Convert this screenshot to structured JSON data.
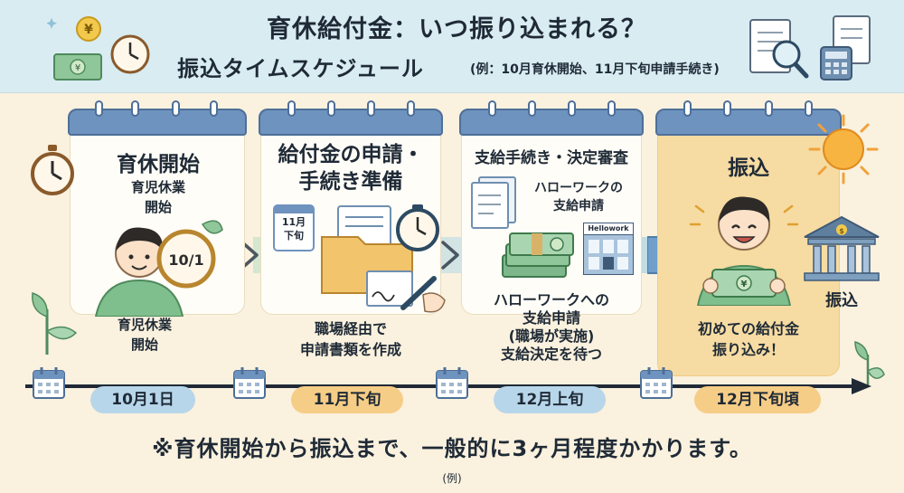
{
  "header": {
    "title": "育休給付金：いつ振り込まれる？",
    "subtitle": "振込タイムスケジュール",
    "note": "(例：10月育休開始、11月下旬申請手続き)"
  },
  "stages": [
    {
      "title": "育休開始",
      "subtitle": "育児休業\n開始",
      "caption": "育児休業\n開始",
      "clock_label": "10/1"
    },
    {
      "title": "給付金の申請・\n手続き準備",
      "tag": "11月\n下旬",
      "caption": "職場経由で\n申請書類を作成"
    },
    {
      "title": "支給手続き・決定審査",
      "doc_label": "ハローワークの\n支給申請",
      "building_label": "Hellowork",
      "caption": "ハローワークへの\n支給申請\n(職場が実施)\n支給決定を待つ"
    },
    {
      "title": "振込",
      "bank_label": "振込",
      "caption": "初めての給付金\n振り込み！"
    }
  ],
  "timeline": [
    {
      "label": "10月1日",
      "style": "blue"
    },
    {
      "label": "11月下旬",
      "style": "orange"
    },
    {
      "label": "12月上旬",
      "style": "blue"
    },
    {
      "label": "12月下旬頃",
      "style": "orange"
    }
  ],
  "footnote": "※育休開始から振込まで、一般的に3ヶ月程度かかります。",
  "example_label": "(例)",
  "colors": {
    "header_bg": "#d8ecf2",
    "page_bg": "#faf1de",
    "calendar_bar": "#6f93bf",
    "highlight_card": "#f6dba2",
    "pill_blue": "#b8d6ea",
    "pill_orange": "#f6cd86"
  }
}
